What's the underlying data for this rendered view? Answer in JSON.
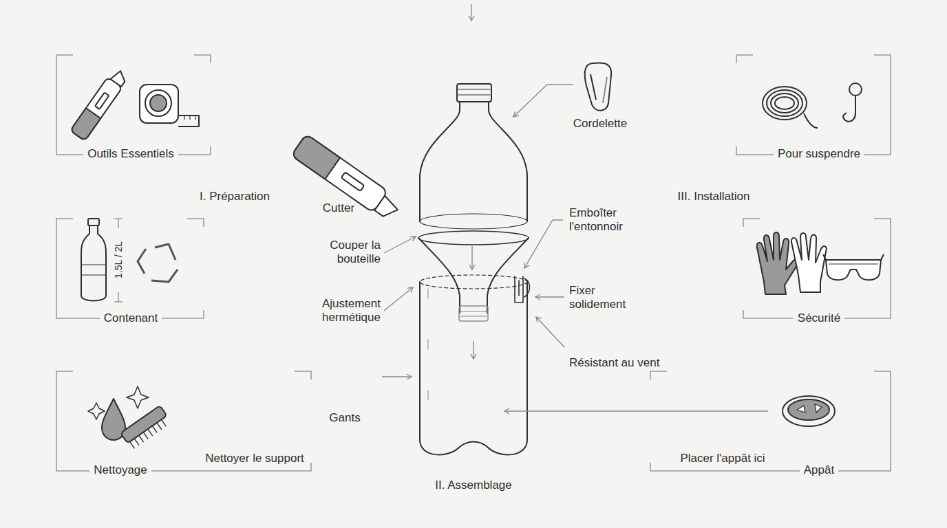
{
  "diagram": {
    "nodes": [
      {
        "text": [
          "Outils Essentiels"
        ]
      },
      {
        "text": [
          "Contenant"
        ]
      },
      {
        "text": [
          "Nettoyage",
          "Nettoyer le support"
        ]
      },
      {
        "text": [
          "Pour suspendre"
        ]
      },
      {
        "text": [
          "Sécurité"
        ]
      },
      {
        "text": [
          "Placer l'appât ici",
          "Appât"
        ]
      }
    ],
    "labels": [
      "I. Préparation",
      "III. Installation",
      "II. Assemblage",
      "Cutter",
      "Couper la bouteille",
      "Ajustement hermétique",
      "Gants",
      "Cordelette",
      "Emboîter l'entonnoir",
      "Fixer solidement",
      "Résistant au vent",
      "1.5L / 2L"
    ]
  }
}
